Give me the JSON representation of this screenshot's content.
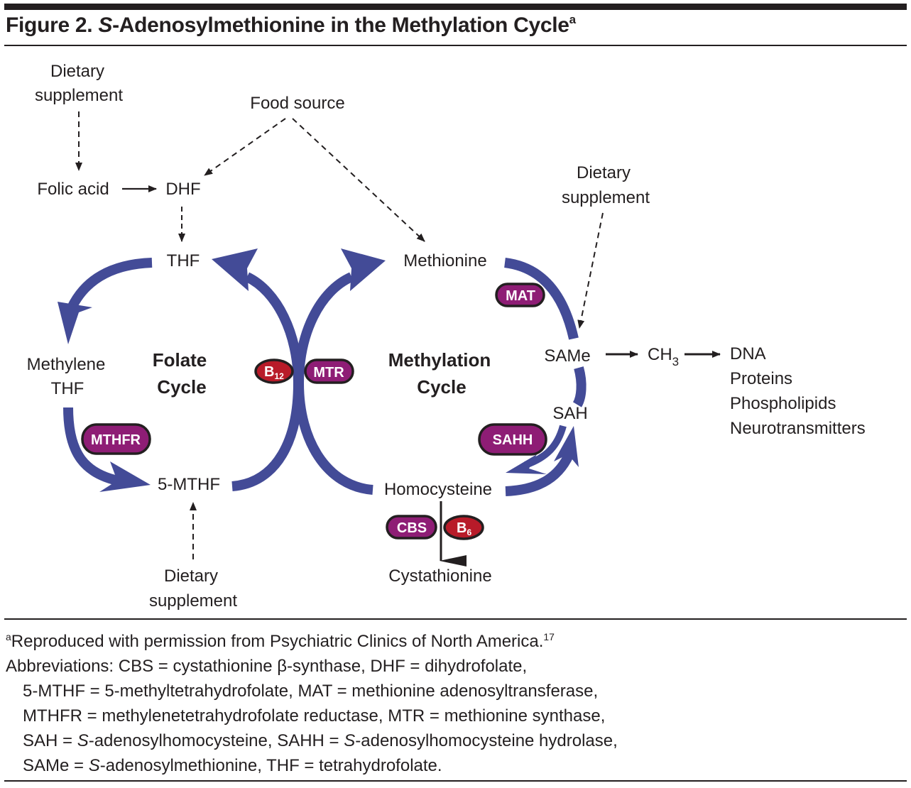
{
  "figure": {
    "label": "Figure 2.",
    "title_italic": "S",
    "title_rest": "-Adenosylmethionine in the Methylation Cycle",
    "title_footnote_marker": "a"
  },
  "colors": {
    "arrow_blue": "#434b97",
    "enzyme_purple": "#8e1d75",
    "cofactor_red": "#b81b29",
    "badge_outline": "#231f20",
    "text": "#231f20"
  },
  "nodes": {
    "dietary_supplement_top_left": [
      "Dietary",
      "supplement"
    ],
    "food_source": "Food source",
    "folic_acid": "Folic acid",
    "dhf": "DHF",
    "thf": "THF",
    "methylene_thf": [
      "Methylene",
      "THF"
    ],
    "five_mthf": "5-MTHF",
    "dietary_supplement_bottom": [
      "Dietary",
      "supplement"
    ],
    "methionine": "Methionine",
    "dietary_supplement_right": [
      "Dietary",
      "supplement"
    ],
    "same": "SAMe",
    "ch3_main": "CH",
    "ch3_sub": "3",
    "sah": "SAH",
    "homocysteine": "Homocysteine",
    "cystathionine": "Cystathionine",
    "targets": [
      "DNA",
      "Proteins",
      "Phospholipids",
      "Neurotransmitters"
    ]
  },
  "cycles": {
    "folate": [
      "Folate",
      "Cycle"
    ],
    "methylation": [
      "Methylation",
      "Cycle"
    ]
  },
  "enzymes": {
    "mthfr": "MTHFR",
    "mtr": "MTR",
    "mat": "MAT",
    "sahh": "SAHH",
    "cbs": "CBS"
  },
  "cofactors": {
    "b12_main": "B",
    "b12_sub": "12",
    "b6_main": "B",
    "b6_sub": "6"
  },
  "edges": [
    {
      "from": "Dietary supplement",
      "to": "Folic acid",
      "style": "dashed"
    },
    {
      "from": "Folic acid",
      "to": "DHF",
      "style": "solid"
    },
    {
      "from": "Food source",
      "to": "DHF",
      "style": "dashed"
    },
    {
      "from": "Food source",
      "to": "Methionine",
      "style": "dashed"
    },
    {
      "from": "DHF",
      "to": "THF",
      "style": "dashed"
    },
    {
      "from": "THF",
      "to": "Methylene THF",
      "style": "cycle"
    },
    {
      "from": "Methylene THF",
      "to": "5-MTHF",
      "style": "cycle",
      "enzyme": "MTHFR"
    },
    {
      "from": "5-MTHF",
      "to": "THF",
      "style": "cycle",
      "enzyme": "MTR",
      "cofactor": "B12"
    },
    {
      "from": "Homocysteine",
      "to": "Methionine",
      "style": "cycle",
      "enzyme": "MTR",
      "cofactor": "B12"
    },
    {
      "from": "Methionine",
      "to": "SAMe",
      "style": "cycle",
      "enzyme": "MAT"
    },
    {
      "from": "Dietary supplement",
      "to": "SAMe",
      "style": "dashed"
    },
    {
      "from": "SAMe",
      "to": "SAH",
      "style": "cycle"
    },
    {
      "from": "SAH",
      "to": "Homocysteine",
      "style": "cycle-bidirectional",
      "enzyme": "SAHH"
    },
    {
      "from": "Dietary supplement",
      "to": "5-MTHF",
      "style": "dashed"
    },
    {
      "from": "Homocysteine",
      "to": "Cystathionine",
      "style": "solid",
      "enzyme": "CBS",
      "cofactor": "B6"
    },
    {
      "from": "SAMe",
      "to": "CH3",
      "style": "solid"
    },
    {
      "from": "CH3",
      "to": "DNA / Proteins / Phospholipids / Neurotransmitters",
      "style": "solid"
    }
  ],
  "notes": {
    "source_marker": "a",
    "source_text": "Reproduced with permission from Psychiatric Clinics of North America.",
    "source_ref": "17",
    "abbrev_lines": [
      [
        {
          "t": "Abbreviations: CBS = cystathionine β-synthase, DHF = dihydrofolate,"
        }
      ],
      [
        {
          "t": "5-MTHF = 5-methyltetrahydrofolate, MAT = methionine adenosyltransferase,"
        }
      ],
      [
        {
          "t": "MTHFR = methylenetetrahydrofolate reductase, MTR = methionine synthase,"
        }
      ],
      [
        {
          "t": "SAH = "
        },
        {
          "t": "S",
          "i": true
        },
        {
          "t": "-adenosylhomocysteine, SAHH = "
        },
        {
          "t": "S",
          "i": true
        },
        {
          "t": "-adenosylhomocysteine hydrolase,"
        }
      ],
      [
        {
          "t": "SAMe = "
        },
        {
          "t": "S",
          "i": true
        },
        {
          "t": "-adenosylmethionine, THF = tetrahydrofolate."
        }
      ]
    ]
  }
}
